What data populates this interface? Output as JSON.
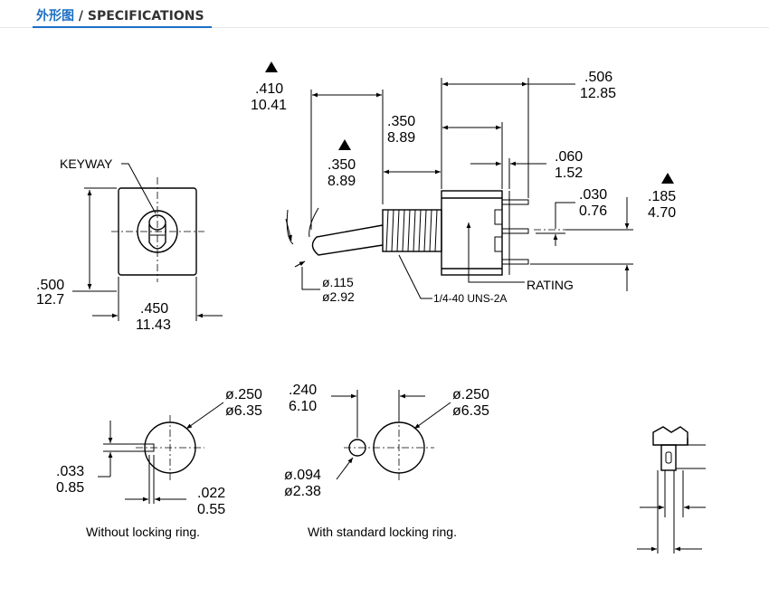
{
  "header": {
    "title_cn": "外形图",
    "title_sep": " / ",
    "title_en": "SPECIFICATIONS"
  },
  "colors": {
    "accent": "#1a6fc4",
    "line": "#000000"
  },
  "front_view": {
    "keyway_label": "KEYWAY",
    "height_in": ".500",
    "height_mm": "12.7",
    "width_in": ".450",
    "width_mm": "11.43"
  },
  "side_view": {
    "dim_410_in": ".410",
    "dim_410_mm": "10.41",
    "dim_350a_in": ".350",
    "dim_350a_mm": "8.89",
    "dim_350b_in": ".350",
    "dim_350b_mm": "8.89",
    "dim_506_in": ".506",
    "dim_506_mm": "12.85",
    "dim_060_in": ".060",
    "dim_060_mm": "1.52",
    "dim_030_in": ".030",
    "dim_030_mm": "0.76",
    "dim_185_in": ".185",
    "dim_185_mm": "4.70",
    "dia_115_in": "ø.115",
    "dia_115_mm": "ø2.92",
    "thread_label": "1/4-40 UNS-2A",
    "rating_label": "RATING"
  },
  "panel_cut_a": {
    "dia_in": "ø.250",
    "dia_mm": "ø6.35",
    "dim_033_in": ".033",
    "dim_033_mm": "0.85",
    "dim_022_in": ".022",
    "dim_022_mm": "0.55",
    "caption": "Without locking ring."
  },
  "panel_cut_b": {
    "dim_240_in": ".240",
    "dim_240_mm": "6.10",
    "dia_in": "ø.250",
    "dia_mm": "ø6.35",
    "dia_094_in": "ø.094",
    "dia_094_mm": "ø2.38",
    "caption": "With standard locking ring."
  }
}
